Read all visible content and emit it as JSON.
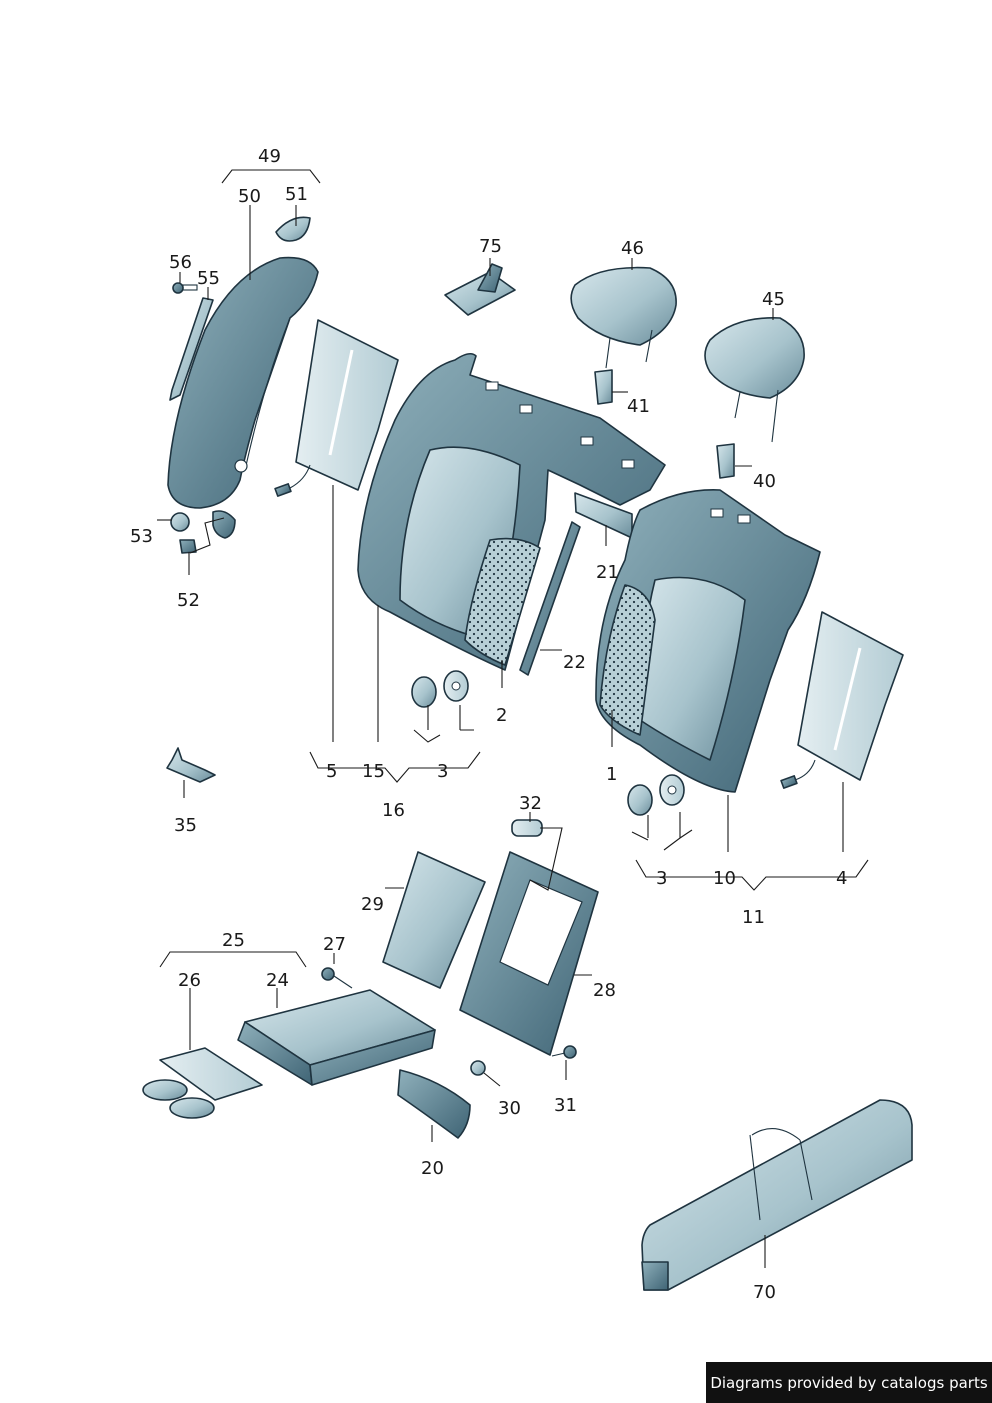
{
  "labels": {
    "l49": "49",
    "l50": "50",
    "l51": "51",
    "l56": "56",
    "l55": "55",
    "l53": "53",
    "l52": "52",
    "l75": "75",
    "l46": "46",
    "l45": "45",
    "l41": "41",
    "l40": "40",
    "l21": "21",
    "l22": "22",
    "l2": "2",
    "l1": "1",
    "l5": "5",
    "l15": "15",
    "l3a": "3",
    "l16": "16",
    "l35": "35",
    "l32": "32",
    "l29": "29",
    "l28": "28",
    "l3b": "3",
    "l10": "10",
    "l4": "4",
    "l11": "11",
    "l25": "25",
    "l26": "26",
    "l24": "24",
    "l27": "27",
    "l30": "30",
    "l31": "31",
    "l20": "20",
    "l70": "70"
  },
  "footer": {
    "text": "Diagrams provided by catalogs parts"
  },
  "colors": {
    "fill_light": "#c9dde3",
    "fill_mid": "#9dbcc6",
    "fill_dark": "#5f8494",
    "outline": "#1f3440",
    "background": "#ffffff",
    "footer_bg": "#111111"
  }
}
